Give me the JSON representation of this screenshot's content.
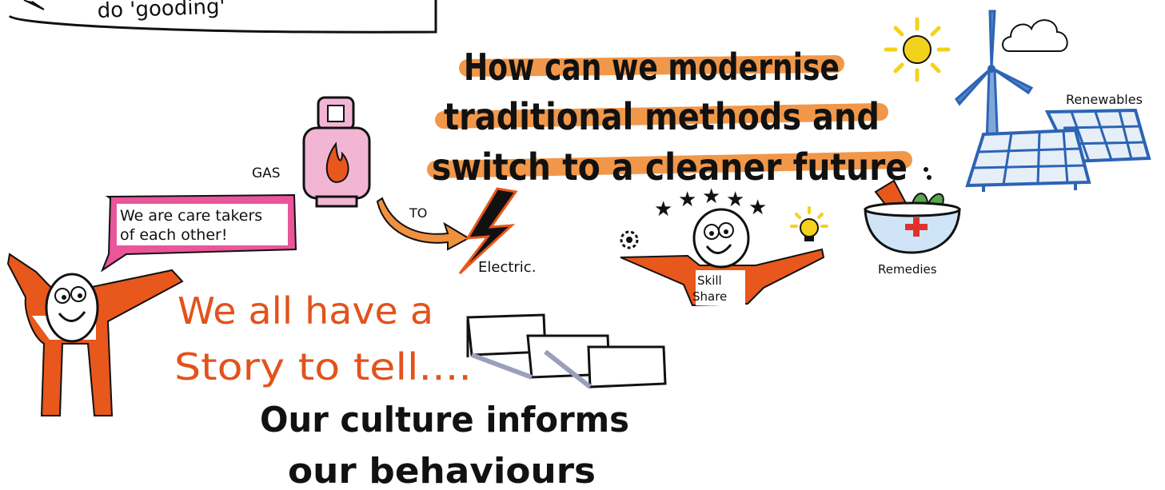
{
  "top_box": {
    "text": "do 'gooding'"
  },
  "headline": {
    "line1": "How can we modernise",
    "line2": "traditional methods and",
    "line3": "switch to a cleaner future"
  },
  "labels": {
    "gas": "GAS",
    "to": "TO",
    "electric": "Electric.",
    "skill_share_1": "Skill",
    "skill_share_2": "Share",
    "remedies": "Remedies",
    "renewables": "Renewables"
  },
  "speech_bubble": {
    "line1": "We are care takers",
    "line2": "of each other!"
  },
  "story": {
    "line1": "We all have a",
    "line2": "Story to tell...."
  },
  "culture": {
    "line1": "Our culture informs",
    "line2": "our behaviours"
  },
  "colors": {
    "orange": "#e8571c",
    "highlight": "#f0913f",
    "pink": "#e9569a",
    "sun": "#f3d21b",
    "panel_blue": "#2c64b4",
    "ink": "#111111"
  },
  "icons": [
    "gas-cylinder-icon",
    "lightning-icon",
    "sun-icon",
    "cloud-icon",
    "wind-turbine-icon",
    "solar-panel-icon",
    "remedy-bowl-icon",
    "lightbulb-icon",
    "gear-icon",
    "star-icon",
    "film-strip-icon",
    "stick-figure-icon"
  ]
}
